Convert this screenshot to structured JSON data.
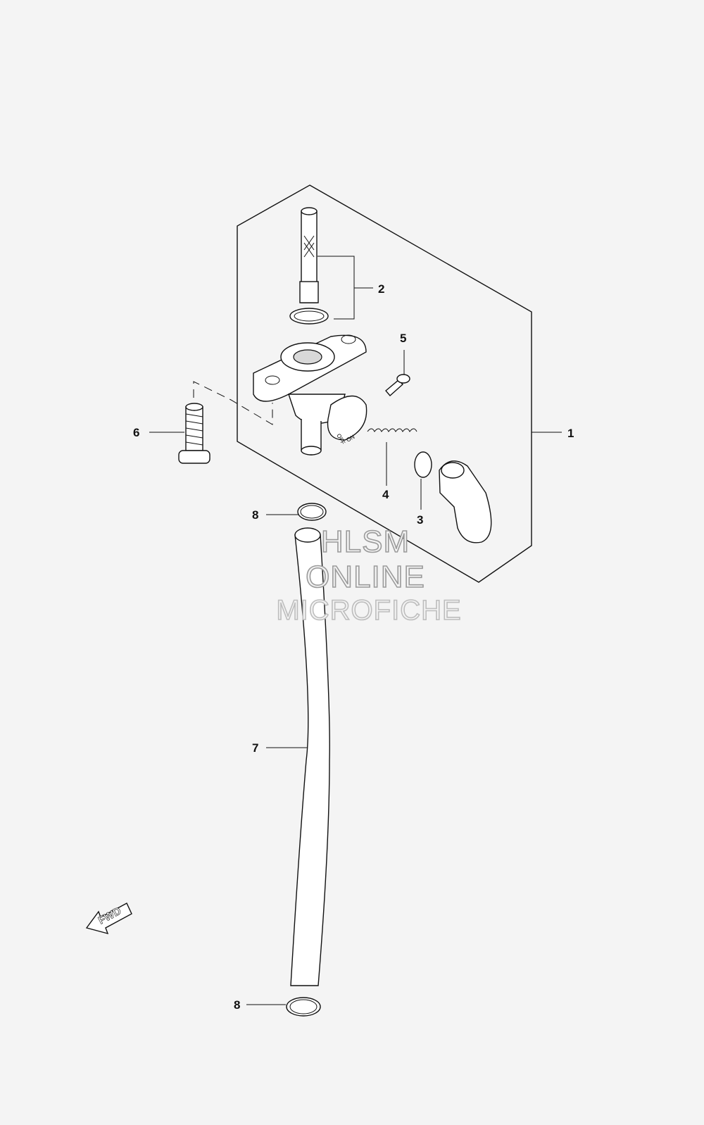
{
  "diagram": {
    "callouts": [
      {
        "id": "1",
        "label": "1"
      },
      {
        "id": "2",
        "label": "2"
      },
      {
        "id": "3",
        "label": "3"
      },
      {
        "id": "4",
        "label": "4"
      },
      {
        "id": "5",
        "label": "5"
      },
      {
        "id": "6",
        "label": "6"
      },
      {
        "id": "7",
        "label": "7"
      },
      {
        "id": "8a",
        "label": "8"
      },
      {
        "id": "8b",
        "label": "8"
      }
    ],
    "valve_labels": {
      "off": "OFF",
      "on": "ON"
    },
    "fwd_label": "FWD"
  },
  "watermark": {
    "line1": "HLSM",
    "line2": "ONLINE",
    "line3": "MICROFICHE"
  }
}
